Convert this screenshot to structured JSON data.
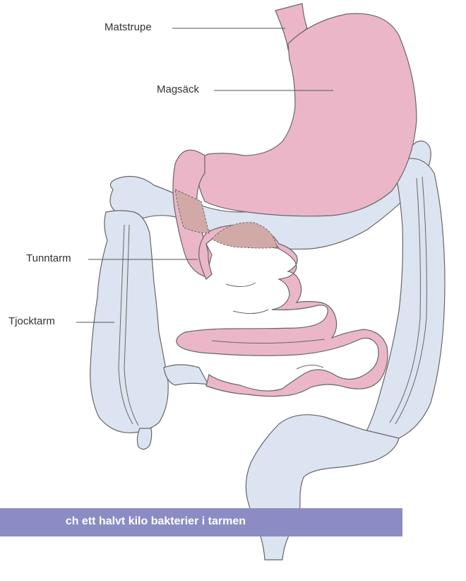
{
  "labels": {
    "esophagus": "Matstrupe",
    "stomach": "Magsäck",
    "small_intestine": "Tunntarm",
    "large_intestine": "Tjocktarm"
  },
  "banner": {
    "text": "ch ett halvt kilo bakterier i tarmen"
  },
  "colors": {
    "colon_fill": "#dde4f1",
    "stomach_fill": "#ebb7c8",
    "overlap_fill": "#d1aaa8",
    "outline": "#666666",
    "banner": "#8b8cc4",
    "banner_text": "#ffffff",
    "label_text": "#333333"
  }
}
